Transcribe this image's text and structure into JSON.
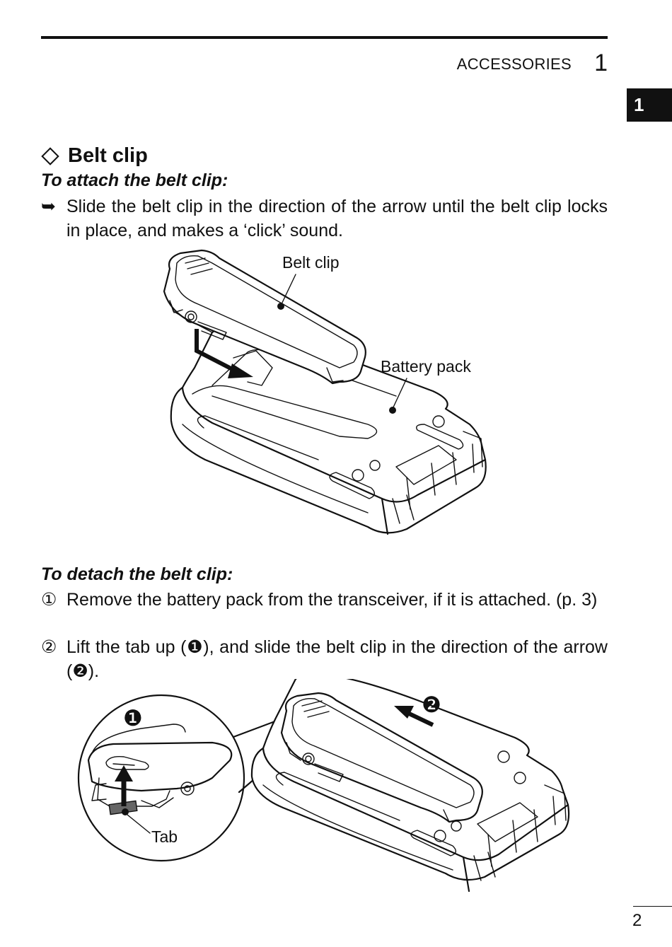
{
  "header": {
    "chapter_label": "ACCESSORIES",
    "chapter_number": "1",
    "side_tab": "1"
  },
  "section": {
    "title": "Belt clip"
  },
  "attach": {
    "heading": "To attach the belt clip:",
    "instruction_marker": "➥",
    "instruction": "Slide the belt clip in the direction of the arrow until the belt clip locks in place, and makes a ‘click’ sound.",
    "figure_labels": {
      "belt_clip": "Belt clip",
      "battery_pack": "Battery pack"
    }
  },
  "detach": {
    "heading": "To detach the belt clip:",
    "steps": [
      {
        "marker": "①",
        "text": "Remove the battery pack from the transceiver, if it is attached. (p. 3)"
      },
      {
        "marker": "②",
        "text": "Lift the tab up (❶), and slide the belt clip in the direction of the arrow (❷)."
      }
    ],
    "figure_labels": {
      "callout_1": "❶",
      "callout_2": "❷",
      "tab": "Tab"
    }
  },
  "footer": {
    "page_number": "2"
  }
}
